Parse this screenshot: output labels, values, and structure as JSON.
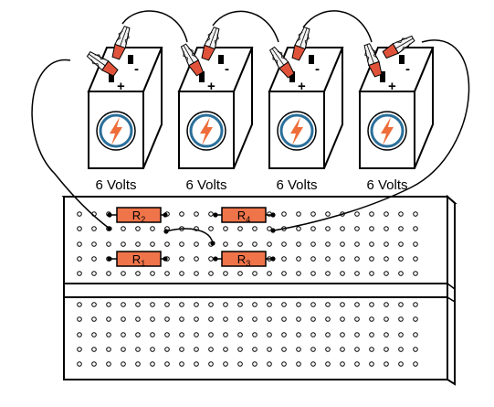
{
  "batteries": [
    {
      "label": "6 Volts",
      "plus": "+",
      "minus": "-"
    },
    {
      "label": "6 Volts",
      "plus": "+",
      "minus": "-"
    },
    {
      "label": "6 Volts",
      "plus": "+",
      "minus": "-"
    },
    {
      "label": "6 Volts",
      "plus": "+",
      "minus": "-"
    }
  ],
  "resistors": [
    {
      "id": "R2",
      "letter": "R",
      "sub": "2"
    },
    {
      "id": "R4",
      "letter": "R",
      "sub": "4"
    },
    {
      "id": "R1",
      "letter": "R",
      "sub": "1"
    },
    {
      "id": "R3",
      "letter": "R",
      "sub": "3"
    }
  ],
  "colors": {
    "resistor": "#f0744a",
    "badge_ring": "#2a6f9a",
    "bolt": "#ee6d3a",
    "clip_red": "#e0533a",
    "wire": "#000000"
  },
  "icons": {
    "battery": "lightning-bolt-icon",
    "clip": "alligator-clip-icon"
  }
}
